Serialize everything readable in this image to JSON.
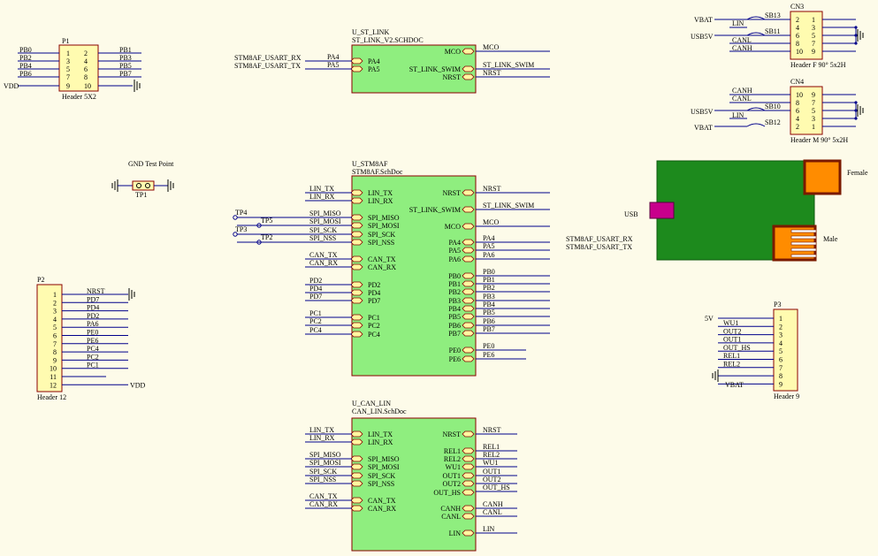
{
  "colors": {
    "background": "#fdfbe9",
    "block_fill": "#8fee7f",
    "block_stroke": "#8b0000",
    "wire": "#00008b",
    "header_fill": "#fffbb0",
    "port_fill": "#fff7a0",
    "board_green": "#1d8a1d",
    "connector_orange": "#ff8c00",
    "usb_magenta": "#c8008c",
    "net_label": "#8b0000"
  },
  "blocks": {
    "st_link": {
      "designator": "U_ST_LINK",
      "file": "ST_LINK_V2.SCHDOC",
      "left_pins": [
        "PA4",
        "PA5"
      ],
      "right_pins": [
        "MCO",
        "ST_LINK_SWIM",
        "NRST"
      ]
    },
    "stm8af": {
      "designator": "U_STM8AF",
      "file": "STM8AF.SchDoc",
      "left_pins": [
        "LIN_TX",
        "LIN_RX",
        "SPI_MISO",
        "SPI_MOSI",
        "SPI_SCK",
        "SPI_NSS",
        "CAN_TX",
        "CAN_RX",
        "PD2",
        "PD4",
        "PD7",
        "PC1",
        "PC2",
        "PC4"
      ],
      "right_pins": [
        "NRST",
        "ST_LINK_SWIM",
        "MCO",
        "PA4",
        "PA5",
        "PA6",
        "PB0",
        "PB1",
        "PB2",
        "PB3",
        "PB4",
        "PB5",
        "PB6",
        "PB7",
        "PE0",
        "PE6"
      ]
    },
    "can_lin": {
      "designator": "U_CAN_LIN",
      "file": "CAN_LIN.SchDoc",
      "left_pins": [
        "LIN_TX",
        "LIN_RX",
        "SPI_MISO",
        "SPI_MOSI",
        "SPI_SCK",
        "SPI_NSS",
        "CAN_TX",
        "CAN_RX"
      ],
      "right_pins": [
        "NRST",
        "REL1",
        "REL2",
        "WU1",
        "OUT_HS",
        "OUT1",
        "OUT2",
        "CANH",
        "CANL",
        "LIN"
      ]
    }
  },
  "nets": {
    "st_link_left": [
      "PA4",
      "PA5"
    ],
    "st_link_left_ext": [
      "STM8AF_USART_RX",
      "STM8AF_USART_TX"
    ],
    "st_link_right": [
      "MCO",
      "ST_LINK_SWIM",
      "NRST"
    ],
    "stm8_left": [
      "LIN_TX",
      "LIN_RX",
      "SPI_MISO",
      "SPI_MOSI",
      "SPI_SCK",
      "SPI_NSS",
      "CAN_TX",
      "CAN_RX",
      "PD2",
      "PD4",
      "PD7",
      "PC1",
      "PC2",
      "PC4"
    ],
    "stm8_right": [
      "NRST",
      "ST_LINK_SWIM",
      "MCO",
      "PA4",
      "PA5",
      "PA6",
      "PB0",
      "PB1",
      "PB2",
      "PB3",
      "PB4",
      "PB5",
      "PB6",
      "PB7",
      "PE0",
      "PE6"
    ],
    "stm8_right_ext": [
      "STM8AF_USART_RX",
      "STM8AF_USART_TX"
    ],
    "can_left": [
      "LIN_TX",
      "LIN_RX",
      "SPI_MISO",
      "SPI_MOSI",
      "SPI_SCK",
      "SPI_NSS",
      "CAN_TX",
      "CAN_RX"
    ],
    "can_right": [
      "NRST",
      "REL1",
      "REL2",
      "WU1",
      "OUT1",
      "OUT2",
      "OUT_HS",
      "CANH",
      "CANL",
      "LIN"
    ]
  },
  "test_points": [
    "TP4",
    "TP5",
    "TP3",
    "TP2"
  ],
  "p1": {
    "designator": "P1",
    "footer": "Header 5X2",
    "left_pins": [
      "1",
      "3",
      "5",
      "7",
      "9"
    ],
    "right_pins": [
      "2",
      "4",
      "6",
      "8",
      "10"
    ],
    "left_nets": [
      "PB0",
      "PB2",
      "PB4",
      "PB6",
      "VDD"
    ],
    "right_nets": [
      "PB1",
      "PB3",
      "PB5",
      "PB7"
    ]
  },
  "p2": {
    "designator": "P2",
    "footer": "Header 12",
    "pins": [
      "1",
      "2",
      "3",
      "4",
      "5",
      "6",
      "7",
      "8",
      "9",
      "10",
      "11",
      "12"
    ],
    "nets": [
      "NRST",
      "PD7",
      "PD4",
      "PD2",
      "PA6",
      "PE0",
      "PE6",
      "PC4",
      "PC2",
      "PC1"
    ],
    "vdd": "VDD"
  },
  "p3": {
    "designator": "P3",
    "footer": "Header 9",
    "pins": [
      "1",
      "2",
      "3",
      "4",
      "5",
      "6",
      "7",
      "8",
      "9"
    ],
    "nets": [
      "WU1",
      "OUT2",
      "OUT1",
      "OUT_HS",
      "REL1",
      "REL2"
    ],
    "supply_5v": "5V",
    "vbat": "VBAT"
  },
  "cn3": {
    "designator": "CN3",
    "footer": "Header F 90° 5x2H",
    "left_pins": [
      "2",
      "4",
      "6",
      "8",
      "10"
    ],
    "right_pins": [
      "1",
      "3",
      "5",
      "7",
      "9"
    ],
    "nets": [
      "VBAT",
      "LIN",
      "USB5V",
      "CANL",
      "CANH"
    ],
    "jumpers": [
      "SB13",
      "SB11"
    ]
  },
  "cn4": {
    "designator": "CN4",
    "footer": "Header M 90° 5x2H",
    "left_pins": [
      "10",
      "8",
      "6",
      "4",
      "2"
    ],
    "right_pins": [
      "9",
      "7",
      "5",
      "3",
      "1"
    ],
    "nets": [
      "CANH",
      "CANL",
      "USB5V",
      "LIN",
      "VBAT"
    ],
    "jumpers": [
      "SB10",
      "SB12"
    ]
  },
  "gnd_test_point": {
    "title": "GND Test Point",
    "designator": "TP1"
  },
  "board": {
    "usb": "USB",
    "female": "Female",
    "male": "Male"
  }
}
